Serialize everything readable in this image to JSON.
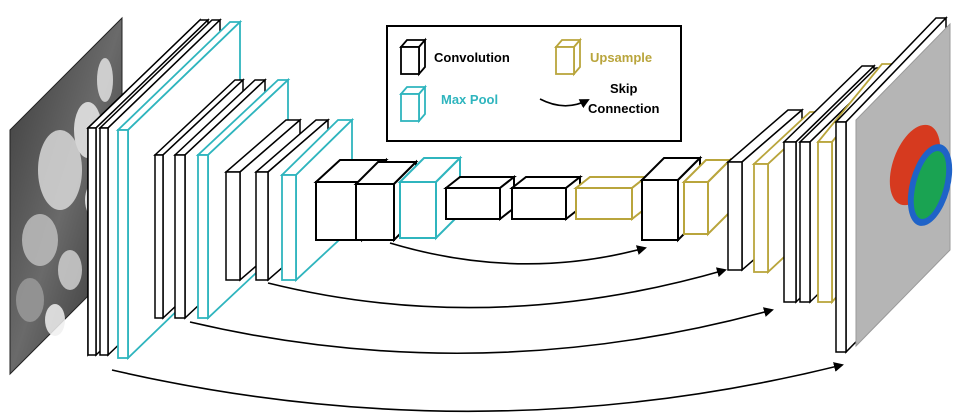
{
  "colors": {
    "convolution": "#000000",
    "max_pool": "#2fb5be",
    "upsample": "#b9a53c",
    "skip": "#000000",
    "segmentation_background": "#b5b5b5",
    "segmentation_red": "#d63a1f",
    "segmentation_green": "#1aa352",
    "segmentation_blue": "#1f63c8"
  },
  "legend": {
    "convolution_label": "Convolution",
    "upsample_label": "Upsample",
    "max_pool_label": "Max Pool",
    "skip_label_line1": "Skip",
    "skip_label_line2": "Connection",
    "icons": {
      "convolution": "cube-outline-black",
      "upsample": "cube-outline-gold",
      "max_pool": "cube-outline-teal",
      "skip": "curved-arrow"
    }
  },
  "images": {
    "input": "grayscale MRI slice",
    "output": "segmentation map"
  }
}
